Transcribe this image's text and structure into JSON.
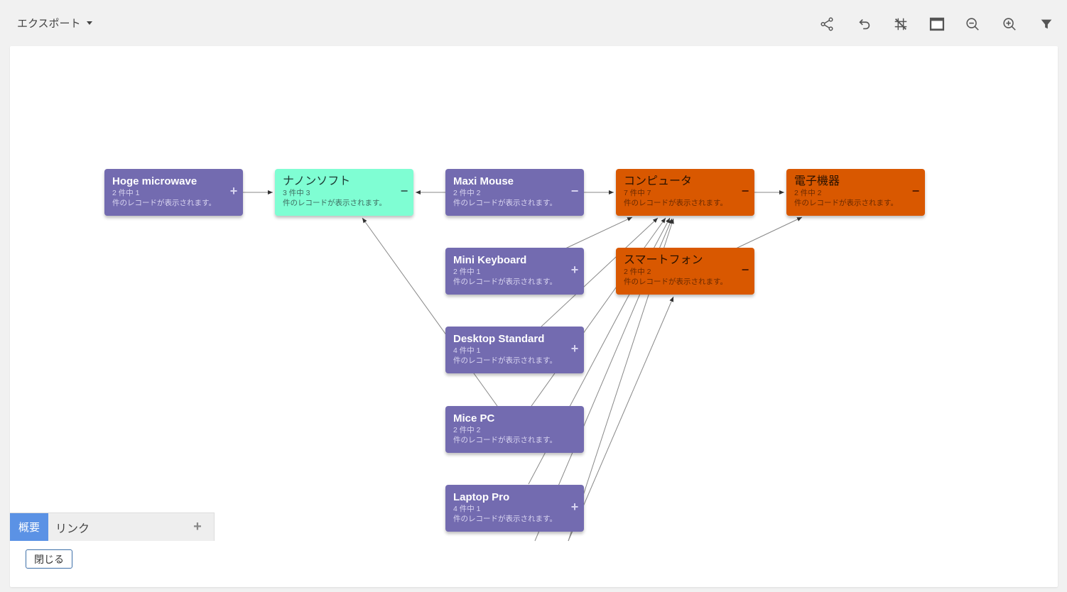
{
  "toolbar": {
    "export_label": "エクスポート",
    "icons": [
      "share-icon",
      "undo-icon",
      "no-grid-icon",
      "window-icon",
      "zoom-out-icon",
      "zoom-in-icon",
      "filter-icon"
    ]
  },
  "nodes": {
    "hoge": {
      "title": "Hoge microwave",
      "count": "2 件中 1",
      "desc": "件のレコードが表示されます。",
      "toggle": "+"
    },
    "nanon": {
      "title": "ナノンソフト",
      "count": "3 件中 3",
      "desc": "件のレコードが表示されます。",
      "toggle": "−"
    },
    "maxi": {
      "title": "Maxi Mouse",
      "count": "2 件中 2",
      "desc": "件のレコードが表示されます。",
      "toggle": "−"
    },
    "computer": {
      "title": "コンピュータ",
      "count": "7 件中 7",
      "desc": "件のレコードが表示されます。",
      "toggle": "−"
    },
    "electronics": {
      "title": "電子機器",
      "count": "2 件中 2",
      "desc": "件のレコードが表示されます。",
      "toggle": "−"
    },
    "minikb": {
      "title": "Mini Keyboard",
      "count": "2 件中 1",
      "desc": "件のレコードが表示されます。",
      "toggle": "+"
    },
    "smartphone": {
      "title": "スマートフォン",
      "count": "2 件中 2",
      "desc": "件のレコードが表示されます。",
      "toggle": "−"
    },
    "desktop": {
      "title": "Desktop Standard",
      "count": "4 件中 1",
      "desc": "件のレコードが表示されます。",
      "toggle": "+"
    },
    "micepc": {
      "title": "Mice PC",
      "count": "2 件中 2",
      "desc": "件のレコードが表示されます。",
      "toggle": ""
    },
    "laptop": {
      "title": "Laptop Pro",
      "count": "4 件中 1",
      "desc": "件のレコードが表示されます。",
      "toggle": "+"
    }
  },
  "colors": {
    "purple": "#736bb0",
    "teal": "#7ffed3",
    "orange": "#d95800",
    "tab_active": "#5b92e5"
  },
  "panel": {
    "tab_overview": "概要",
    "tab_links": "リンク",
    "add": "+",
    "close_button": "閉じる"
  }
}
